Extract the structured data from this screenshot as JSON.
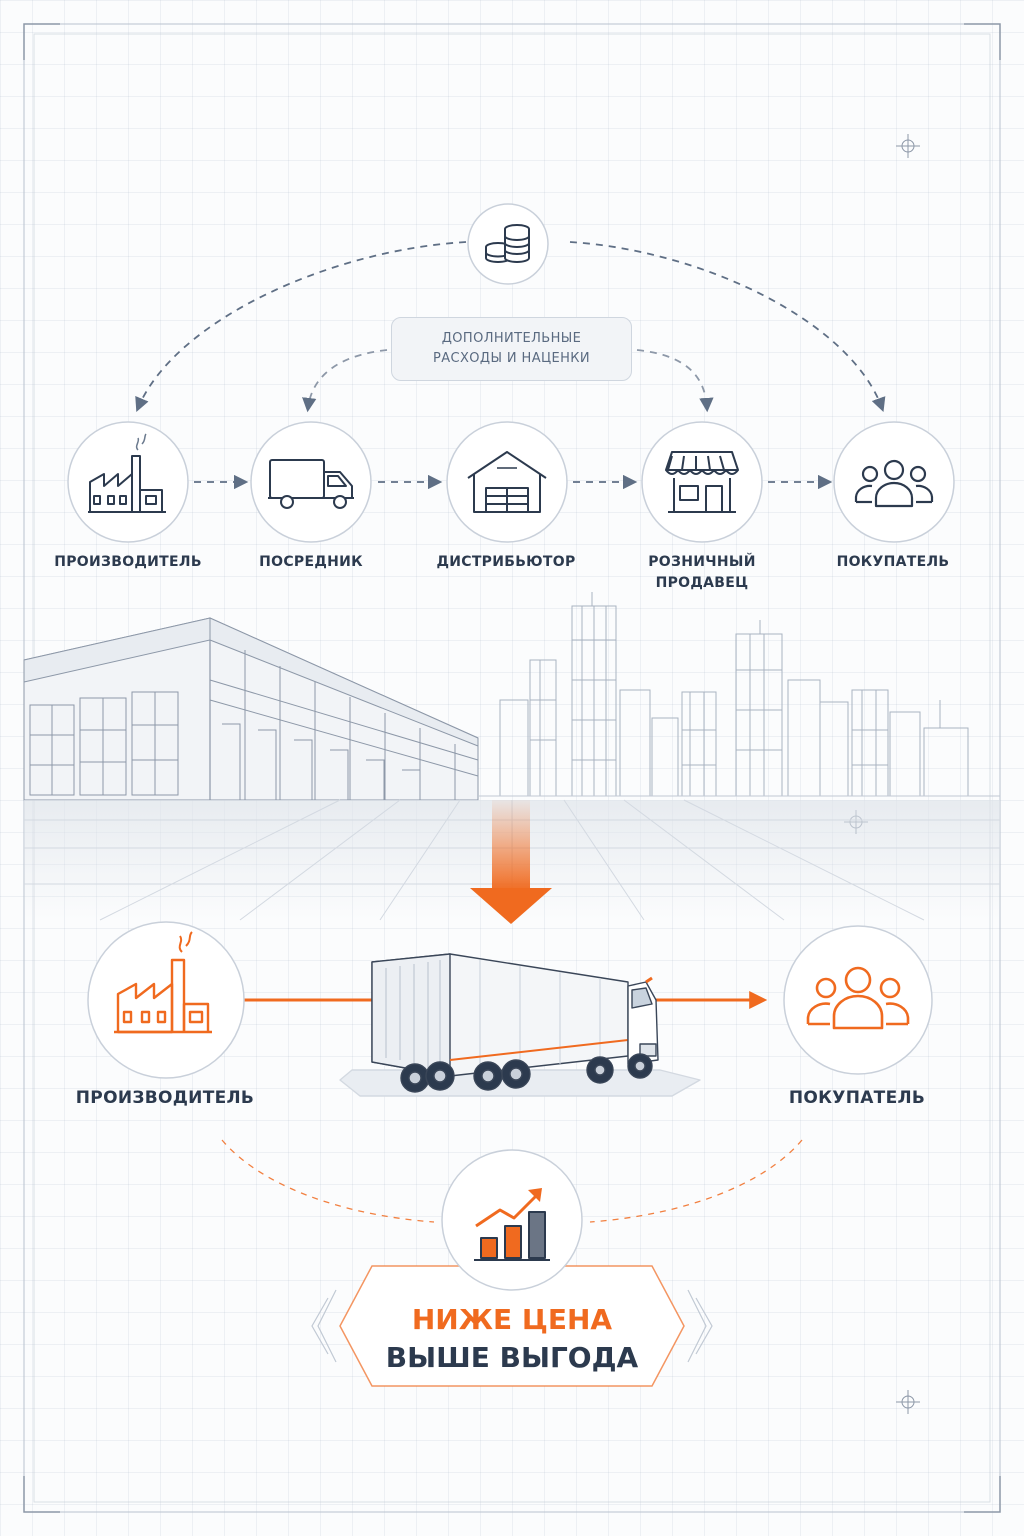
{
  "colors": {
    "accent": "#f06a1f",
    "ink": "#2c3a4e",
    "line": "#5f6f85",
    "circle_stroke": "#c9d0da"
  },
  "callout": {
    "line1": "ДОПОЛНИТЕЛЬНЫЕ",
    "line2": "РАСХОДЫ И НАЦЕНКИ"
  },
  "traditional_chain": [
    {
      "label": "ПРОИЗВОДИТЕЛЬ",
      "icon": "factory-icon"
    },
    {
      "label": "ПОСРЕДНИК",
      "icon": "truck-icon"
    },
    {
      "label": "ДИСТРИБЬЮТОР",
      "icon": "warehouse-icon"
    },
    {
      "label_line1": "РОЗНИЧНЫЙ",
      "label_line2": "ПРОДАВЕЦ",
      "icon": "store-icon"
    },
    {
      "label": "ПОКУПАТЕЛЬ",
      "icon": "buyers-icon"
    }
  ],
  "top_icon": "coins-icon",
  "direct_chain": {
    "producer": {
      "label": "ПРОИЗВОДИТЕЛЬ",
      "icon": "factory-icon"
    },
    "transport": {
      "icon": "semi-truck-icon"
    },
    "buyer": {
      "label": "ПОКУПАТЕЛЬ",
      "icon": "buyers-icon"
    }
  },
  "benefit": {
    "icon": "growth-chart-icon",
    "line1": "НИЖЕ ЦЕНА",
    "line2": "ВЫШЕ ВЫГОДА"
  }
}
